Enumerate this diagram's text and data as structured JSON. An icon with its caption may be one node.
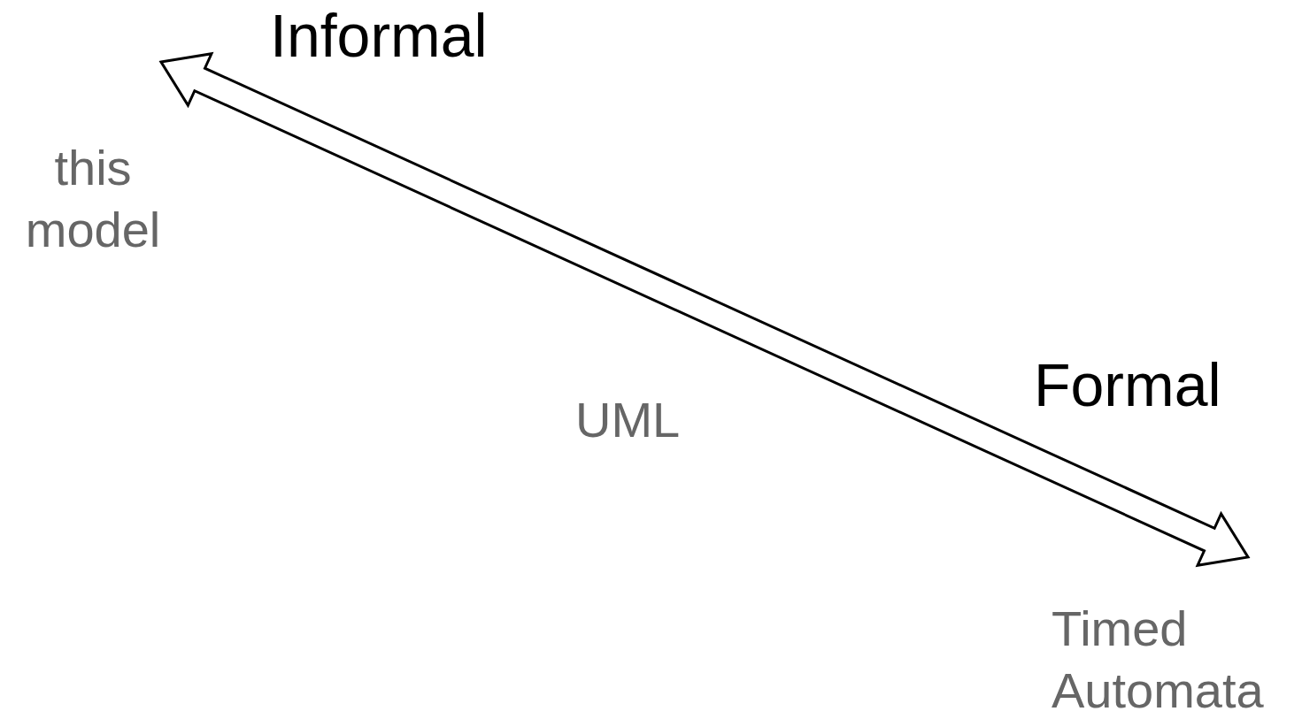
{
  "diagram": {
    "labels": [
      "Informal",
      "this model",
      "Formal",
      "UML",
      "Timed Automata"
    ]
  }
}
